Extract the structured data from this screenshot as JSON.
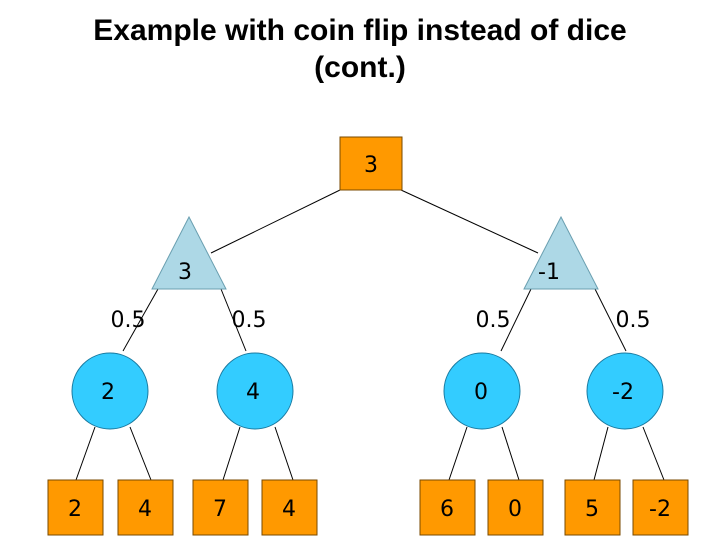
{
  "title": {
    "line1": "Example with coin flip instead of dice",
    "line2": "(cont.)"
  },
  "colors": {
    "max_box": "#ff9900",
    "chance_node": "#33ccff",
    "min_triangle": "#add8e6"
  },
  "tree": {
    "root": {
      "value": "3"
    },
    "min_nodes": [
      {
        "value": "3"
      },
      {
        "value": "-1"
      }
    ],
    "probabilities": [
      "0.5",
      "0.5",
      "0.5",
      "0.5"
    ],
    "chance_nodes": [
      {
        "value": "2"
      },
      {
        "value": "4"
      },
      {
        "value": "0"
      },
      {
        "value": "-2"
      }
    ],
    "leaves": [
      "2",
      "4",
      "7",
      "4",
      "6",
      "0",
      "5",
      "-2"
    ]
  }
}
